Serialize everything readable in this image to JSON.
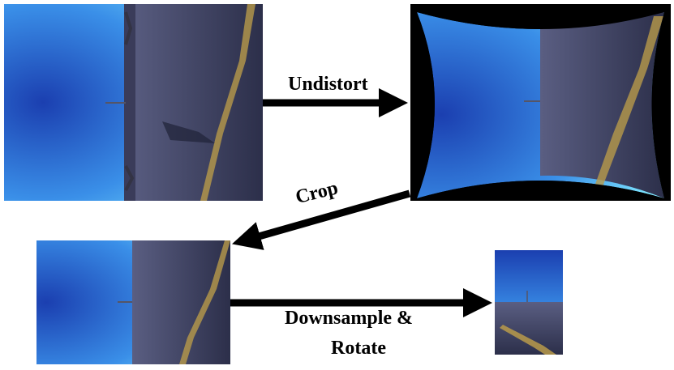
{
  "steps": {
    "undistort": "Undistort",
    "crop": "Crop",
    "downsample_line1": "Downsample &",
    "downsample_line2": "Rotate"
  },
  "colors": {
    "sky_deep": "#1b3fb0",
    "sky_light": "#7fe7ff",
    "road": "#4a4d6e",
    "lane_line": "#b89a4a",
    "black": "#000000"
  }
}
